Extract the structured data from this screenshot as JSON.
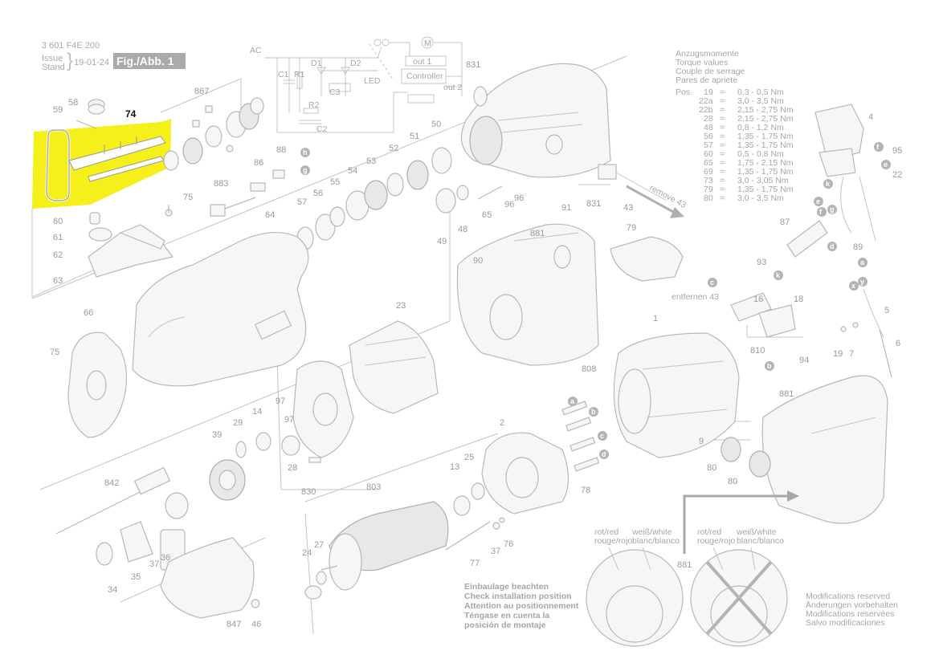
{
  "header": {
    "doc_number": "3 601 F4E 200",
    "issue_label": "Issue",
    "stand_label": "Stand",
    "issue_date": "19-01-24",
    "figure_label": "Fig./Abb. 1"
  },
  "highlight": {
    "part_number": "74",
    "color": "#f5ef1a"
  },
  "torque": {
    "titles": [
      "Anzugsmomente",
      "Torque values",
      "Couple de serrage",
      "Pares de apriete"
    ],
    "pos_label": "Pos.",
    "rows": [
      {
        "pos": "19",
        "val": "0,3 - 0,5 Nm"
      },
      {
        "pos": "22a",
        "val": "3,0 - 3,5 Nm"
      },
      {
        "pos": "22b",
        "val": "2,15 - 2,75 Nm"
      },
      {
        "pos": "28",
        "val": "2,15 - 2,75 Nm"
      },
      {
        "pos": "48",
        "val": "0,8 - 1,2 Nm"
      },
      {
        "pos": "56",
        "val": "1,35 - 1,75 Nm"
      },
      {
        "pos": "57",
        "val": "1,35 - 1,75 Nm"
      },
      {
        "pos": "60",
        "val": "0,5 - 0,8 Nm"
      },
      {
        "pos": "65",
        "val": "1,75 - 2,15 Nm"
      },
      {
        "pos": "69",
        "val": "1,35 - 1,75 Nm"
      },
      {
        "pos": "73",
        "val": "3,0 - 3,05 Nm"
      },
      {
        "pos": "79",
        "val": "1,35 - 1,75 Nm"
      },
      {
        "pos": "80",
        "val": "3,0 - 3,5 Nm"
      }
    ]
  },
  "circuit": {
    "labels": [
      "AC",
      "C1",
      "R1",
      "D1",
      "D2",
      "LED",
      "C3",
      "R2",
      "C2",
      "M",
      "out 1",
      "Controller",
      "out 2"
    ]
  },
  "part_numbers": [
    "867",
    "59",
    "58",
    "60",
    "61",
    "62",
    "63",
    "75",
    "883",
    "86",
    "88",
    "57",
    "56",
    "55",
    "54",
    "53",
    "52",
    "51",
    "50",
    "831",
    "65",
    "96",
    "96",
    "49",
    "48",
    "91",
    "831",
    "43",
    "64",
    "66",
    "75",
    "881",
    "90",
    "79",
    "23",
    "97",
    "97",
    "14",
    "29",
    "39",
    "28",
    "830",
    "1",
    "808",
    "2",
    "13",
    "25",
    "842",
    "37",
    "36",
    "35",
    "34",
    "803",
    "24",
    "27",
    "77",
    "37",
    "76",
    "847",
    "46",
    "4",
    "95",
    "22",
    "87",
    "89",
    "93",
    "16",
    "18",
    "810",
    "94",
    "19",
    "7",
    "5",
    "6",
    "881",
    "80",
    "80",
    "9",
    "78",
    "881"
  ],
  "callouts": [
    "h",
    "g",
    "a",
    "b",
    "c",
    "d",
    "f",
    "e",
    "k",
    "e",
    "f",
    "d",
    "g",
    "a",
    "k",
    "c",
    "b",
    "x",
    "y"
  ],
  "notes": {
    "remove": "remove 43",
    "entfernen": "entfernen 43",
    "install": [
      "Einbaulage beachten",
      "Check installation position",
      "Attention au positionnement",
      "Téngase en cuenta la",
      "posición de montaje"
    ],
    "wire_left": [
      "rot/red",
      "rouge/rojo"
    ],
    "wire_right": [
      "weiß/white",
      "blanc/blanco"
    ],
    "modifications": [
      "Modifications reserved",
      "Änderungen vorbehalten",
      "Modifications reservées",
      "Salvo modificaciones"
    ]
  }
}
